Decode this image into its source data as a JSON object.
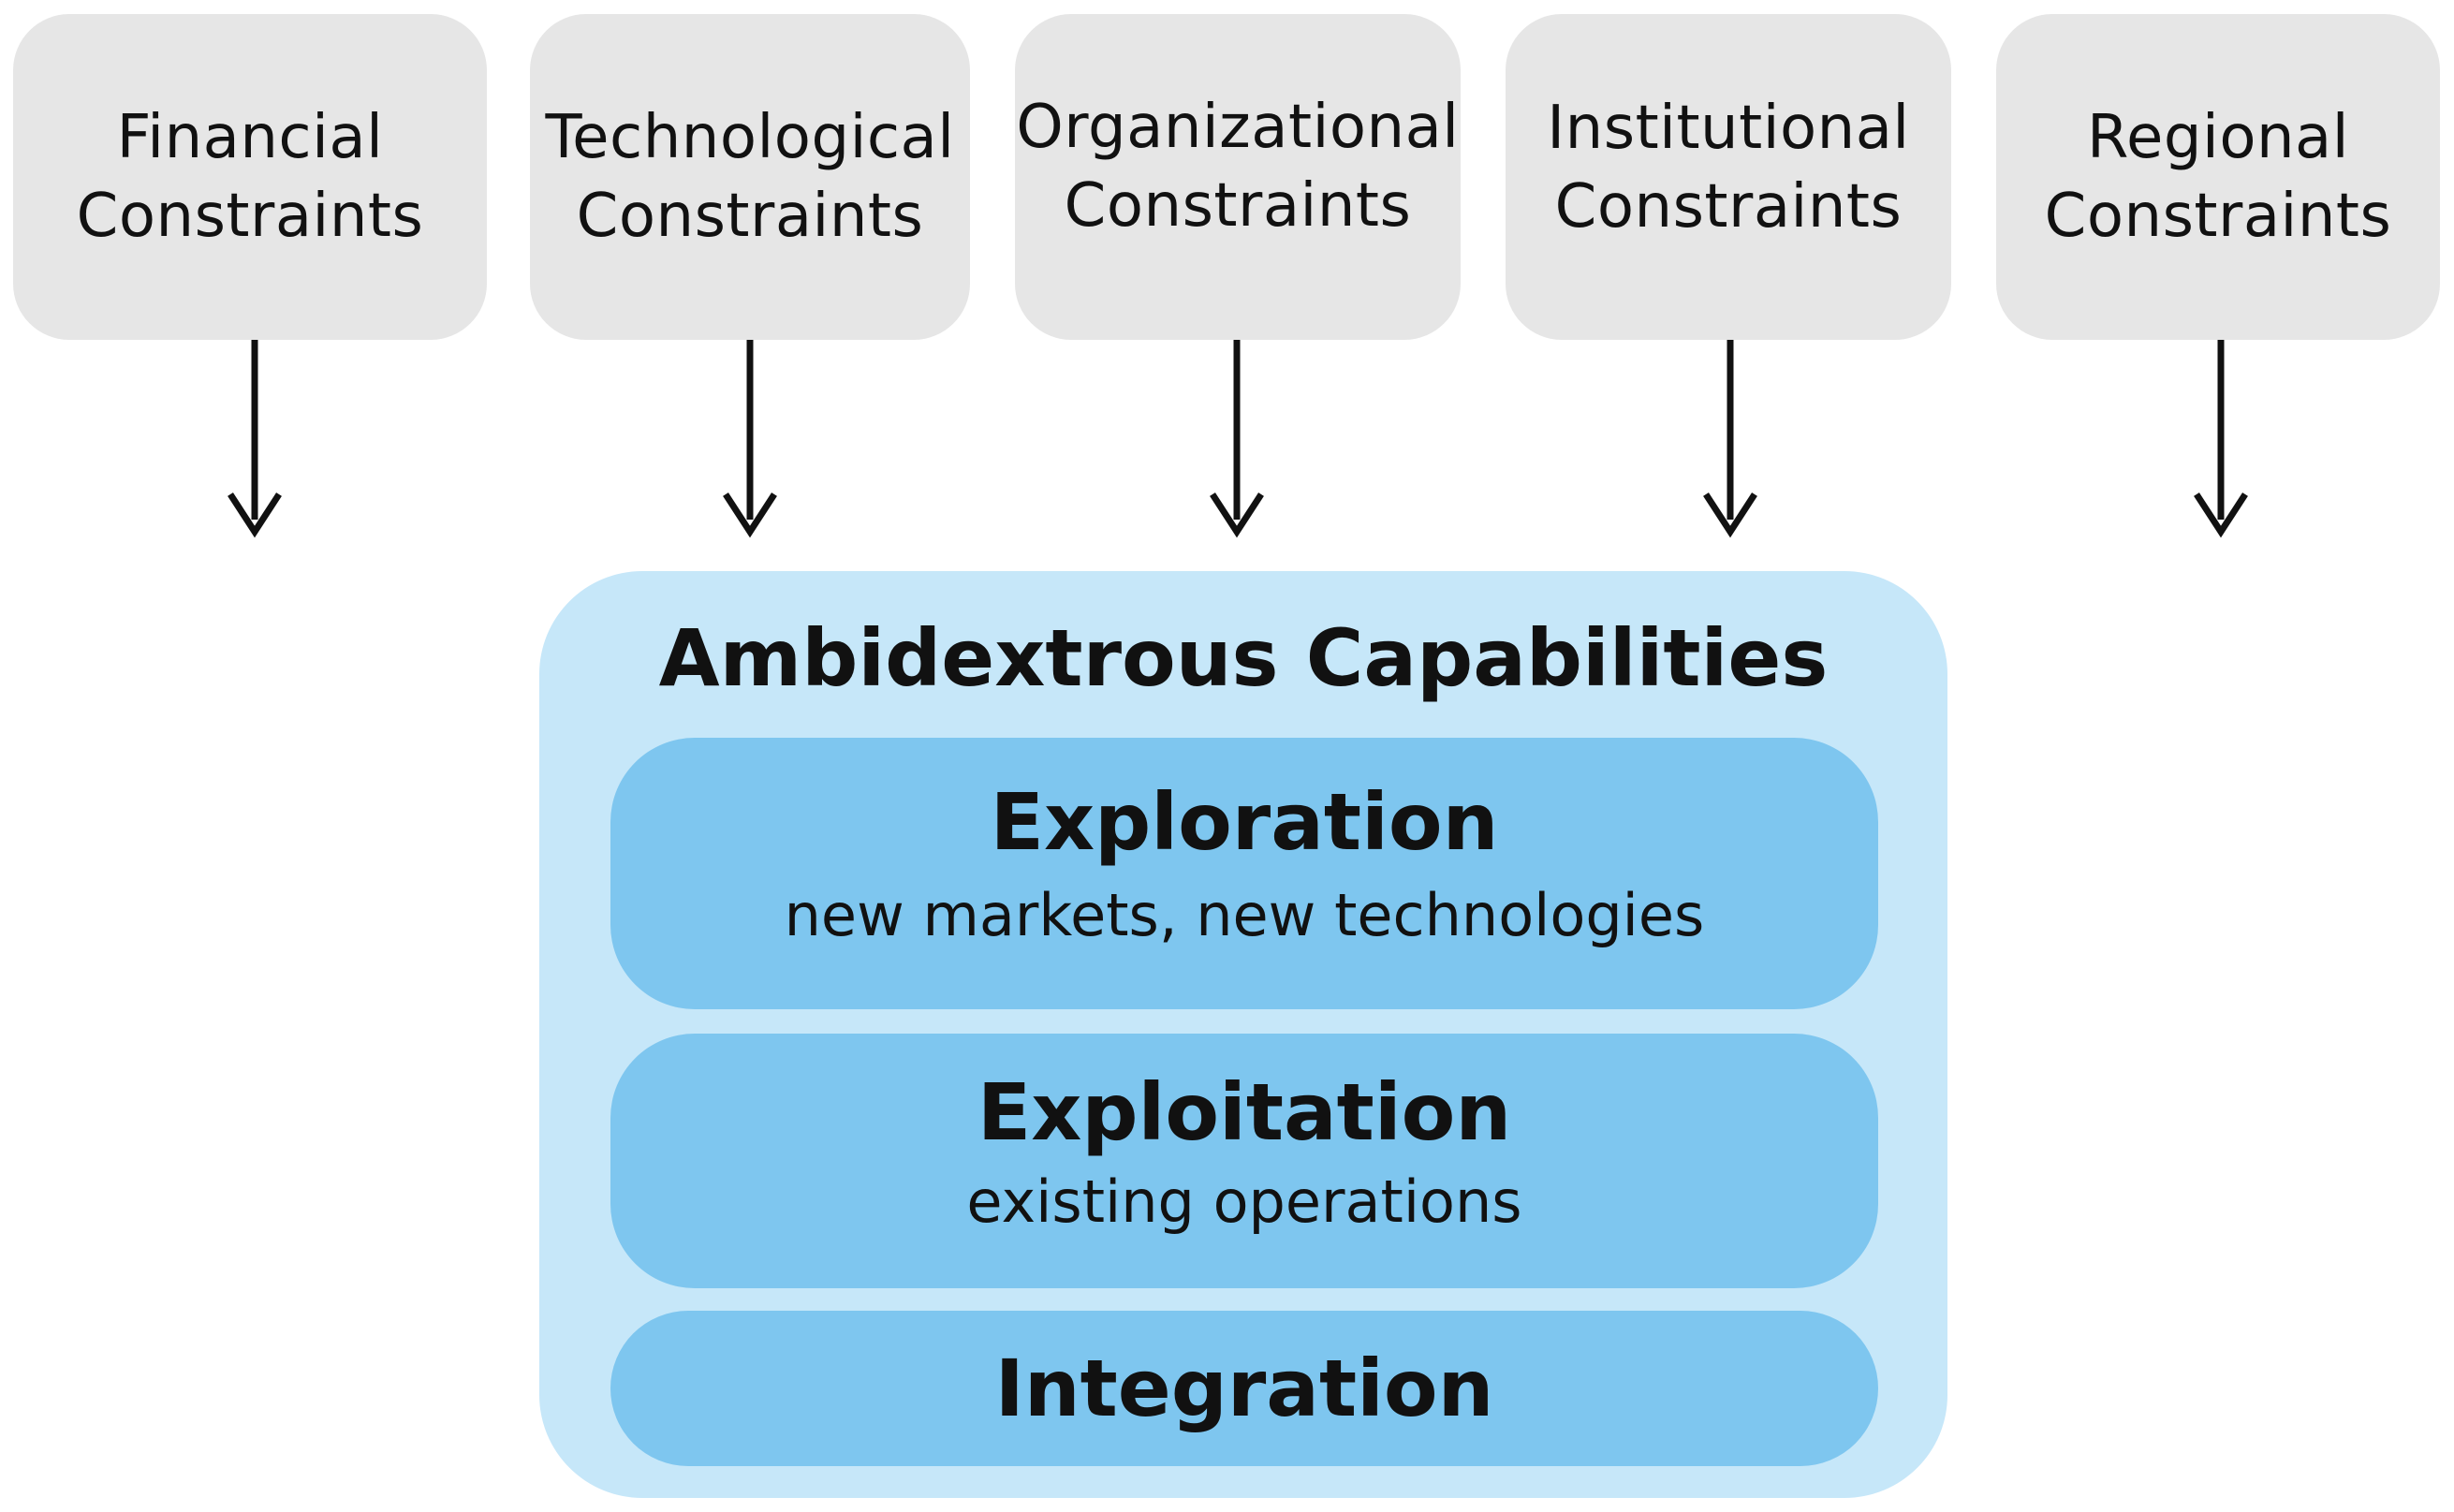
{
  "constraints": [
    {
      "label": "Financial\nConstraints"
    },
    {
      "label": "Technological\nConstraints"
    },
    {
      "label": "Organizational\nConstraints"
    },
    {
      "label": "Institutional\nConstraints"
    },
    {
      "label": "Regional\nConstraints"
    }
  ],
  "panel": {
    "title": "Ambidextrous Capabilities",
    "exploration": {
      "title": "Exploration",
      "subtitle": "new markets, new technologies"
    },
    "exploitation": {
      "title": "Exploitation",
      "subtitle": "existing operations"
    },
    "integration": {
      "title": "Integration"
    }
  },
  "colors": {
    "constraint_box": "#e6e6e6",
    "panel_background": "#c6e7f9",
    "capability_box": "#7ec6ef",
    "arrow": "#111111"
  }
}
